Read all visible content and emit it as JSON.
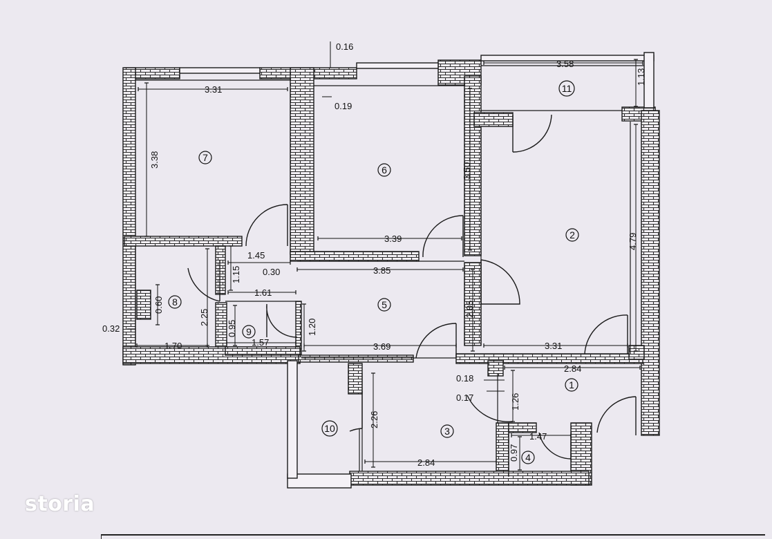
{
  "watermark": "storia",
  "dimensions": {
    "d_016": "0.16",
    "d_358": "3.58",
    "d_113": "1.13",
    "d_331_top": "3.31",
    "d_019": "0.19",
    "d_338": "3.38",
    "d_350": "3.50",
    "d_479": "4.79",
    "d_339": "3.39",
    "d_145": "1.45",
    "d_115": "1.15",
    "d_030": "0.30",
    "d_385": "3.85",
    "d_161": "1.61",
    "d_060": "0.60",
    "d_225": "2.25",
    "d_095": "0.95",
    "d_120": "1.20",
    "d_205": "2.05",
    "d_032": "0.32",
    "d_170": "1.70",
    "d_157": "1.57",
    "d_369": "3.69",
    "d_331_mid": "3.31",
    "d_284_right": "2.84",
    "d_018": "0.18",
    "d_017": "0.17",
    "d_126": "1.26",
    "d_226": "2.26",
    "d_147": "1.47",
    "d_097": "0.97",
    "d_284_bottom": "2.84"
  },
  "rooms": {
    "r1": "1",
    "r2": "2",
    "r3": "3",
    "r4": "4",
    "r5": "5",
    "r6": "6",
    "r7": "7",
    "r8": "8",
    "r9": "9",
    "r10": "10",
    "r11": "11"
  }
}
